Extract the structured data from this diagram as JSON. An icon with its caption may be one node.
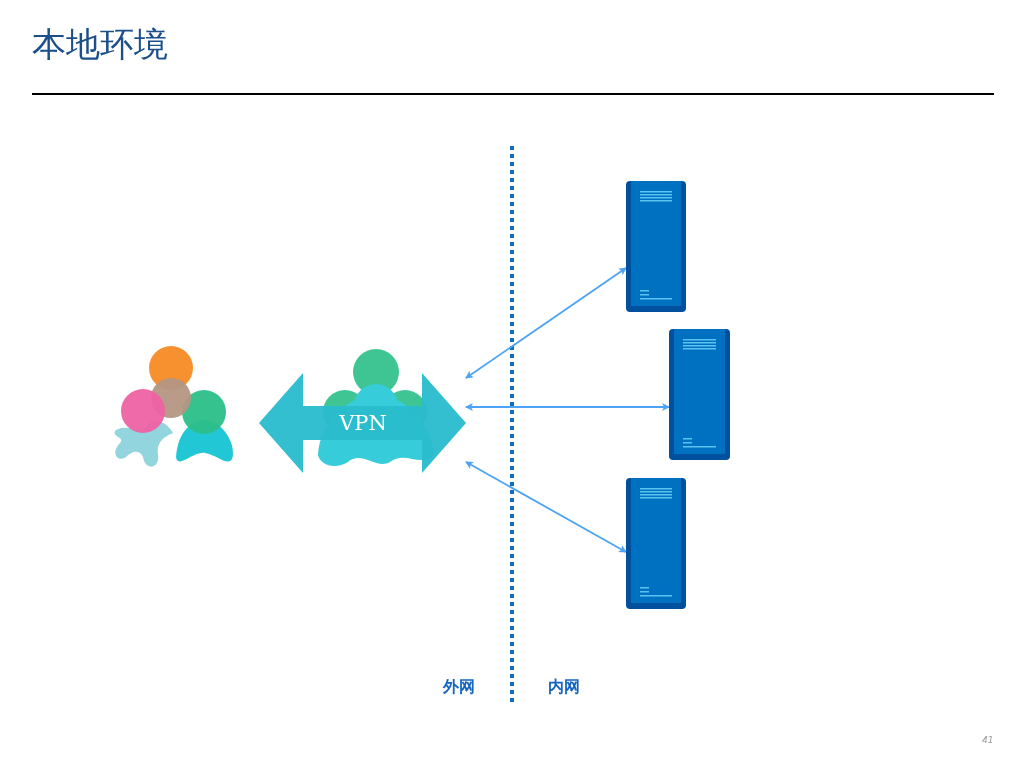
{
  "diagram": {
    "title": "本地环境",
    "nodes": [
      {
        "text": [],
        "shape": "person"
      },
      {
        "text": [
          "VPN"
        ]
      },
      {
        "text": [],
        "shape": "server"
      },
      {
        "text": [],
        "shape": "server"
      },
      {
        "text": [],
        "shape": "server"
      }
    ],
    "edges": [
      {
        "from": 1,
        "to": 2,
        "arrow": "both"
      },
      {
        "from": 1,
        "to": 3,
        "arrow": "both"
      },
      {
        "from": 1,
        "to": 4,
        "arrow": "both"
      }
    ],
    "labels": [
      "外网",
      "内网",
      "41"
    ]
  }
}
